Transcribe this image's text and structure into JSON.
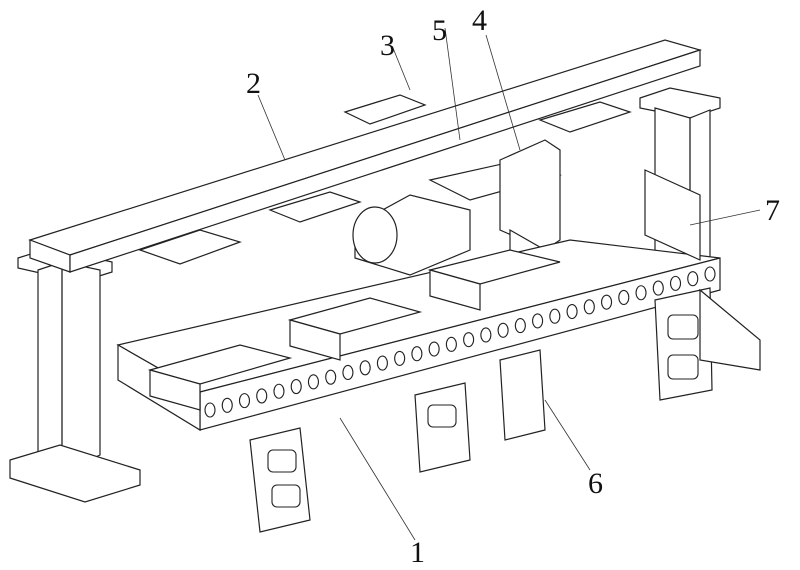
{
  "figure": {
    "type": "mechanical patent drawing",
    "labels": [
      {
        "id": "1",
        "text": "1"
      },
      {
        "id": "2",
        "text": "2"
      },
      {
        "id": "3",
        "text": "3"
      },
      {
        "id": "4",
        "text": "4"
      },
      {
        "id": "5",
        "text": "5"
      },
      {
        "id": "6",
        "text": "6"
      },
      {
        "id": "7",
        "text": "7"
      }
    ]
  }
}
